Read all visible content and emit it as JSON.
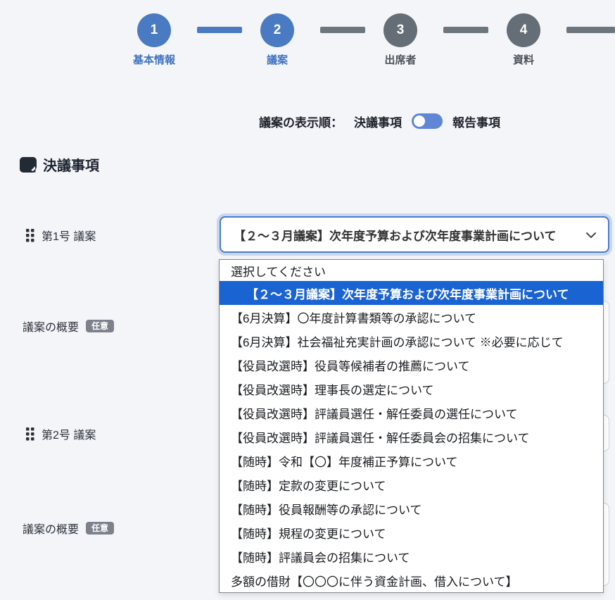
{
  "colors": {
    "page-bg": "#f3f5f8",
    "accent-blue": "#4a7ac2",
    "accent-blue-text": "#3e72c0",
    "inactive-gray": "#656d76",
    "toggle-blue": "#5f87d6",
    "highlight-blue": "#1a63d2",
    "badge-gray": "#7c828c",
    "select-border-blue": "#4c7cc9",
    "heading-ink": "#1d2430",
    "text-dark": "#2b313a",
    "panel-border": "#82878d"
  },
  "stepper": {
    "steps": [
      {
        "number": "1",
        "label": "基本情報",
        "state": "active"
      },
      {
        "number": "2",
        "label": "議案",
        "state": "active"
      },
      {
        "number": "3",
        "label": "出席者",
        "state": "inactive"
      },
      {
        "number": "4",
        "label": "資料",
        "state": "inactive"
      }
    ]
  },
  "order_toggle": {
    "label": "議案の表示順：",
    "first_option": "決議事項",
    "second_option": "報告事項",
    "toggle_position": "left"
  },
  "section": {
    "title": "決議事項",
    "icon": "comment-icon"
  },
  "form": {
    "rows": [
      {
        "label": "第1号 議案",
        "icon": "drag-handle-icon"
      },
      {
        "label": "議案の概要",
        "badge": "任意"
      },
      {
        "label": "第2号 議案",
        "icon": "drag-handle-icon"
      },
      {
        "label": "議案の概要",
        "badge": "任意"
      }
    ],
    "select_value": "【２～３月議案】次年度予算および次年度事業計画について",
    "select_icon": "chevron-down-icon"
  },
  "dropdown": {
    "selected_index": 1,
    "options": [
      "選択してください",
      "【２～３月議案】次年度予算および次年度事業計画について",
      "【6月決算】〇年度計算書類等の承認について",
      "【6月決算】社会福祉充実計画の承認について ※必要に応じて",
      "【役員改選時】役員等候補者の推薦について",
      "【役員改選時】理事長の選定について",
      "【役員改選時】評議員選任・解任委員の選任について",
      "【役員改選時】評議員選任・解任委員会の招集について",
      "【随時】令和【〇】年度補正予算について",
      "【随時】定款の変更について",
      "【随時】役員報酬等の承認について",
      "【随時】規程の変更について",
      "【随時】評議員会の招集について",
      "多額の借財【〇〇〇に伴う資金計画、借入について】"
    ]
  }
}
